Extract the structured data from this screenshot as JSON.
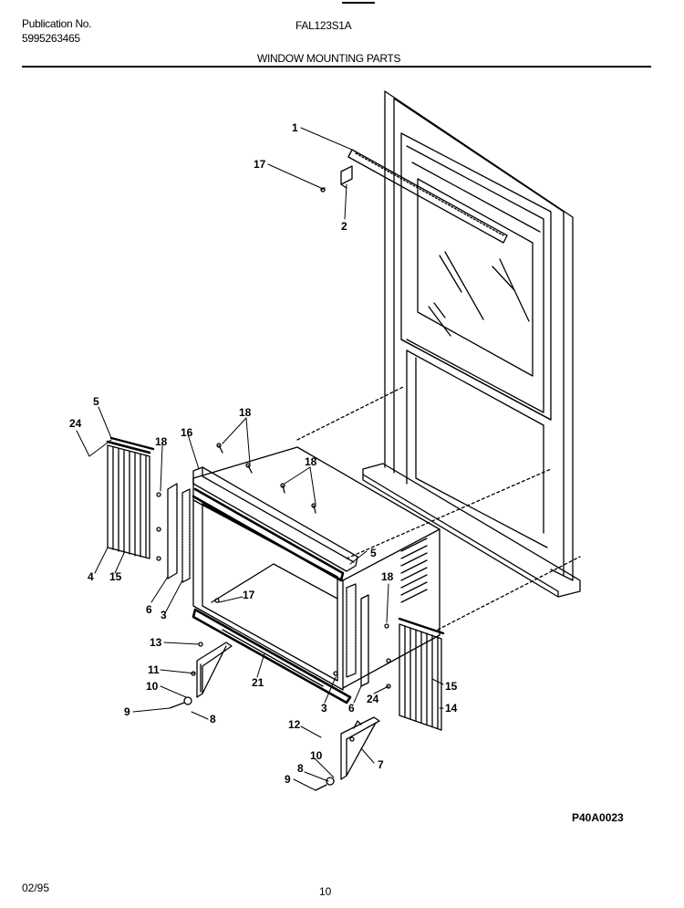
{
  "header": {
    "publication_label": "Publication No.",
    "publication_number": "5995263465",
    "model": "FAL123S1A",
    "section_title": "WINDOW MOUNTING PARTS"
  },
  "callouts": {
    "c1": "1",
    "c17a": "17",
    "c2": "2",
    "c5a": "5",
    "c24a": "24",
    "c18a": "18",
    "c16": "16",
    "c18b": "18",
    "c18c": "18",
    "c4": "4",
    "c15a": "15",
    "c6a": "6",
    "c3a": "3",
    "c5b": "5",
    "c17b": "17",
    "c18d": "18",
    "c13": "13",
    "c11": "11",
    "c10a": "10",
    "c9a": "9",
    "c8a": "8",
    "c21": "21",
    "c3b": "3",
    "c6b": "6",
    "c24b": "24",
    "c15b": "15",
    "c14": "14",
    "c12": "12",
    "c7": "7",
    "c10b": "10",
    "c8b": "8",
    "c9b": "9"
  },
  "diagram_code": "P40A0023",
  "footer": {
    "date": "02/95",
    "page": "10"
  }
}
